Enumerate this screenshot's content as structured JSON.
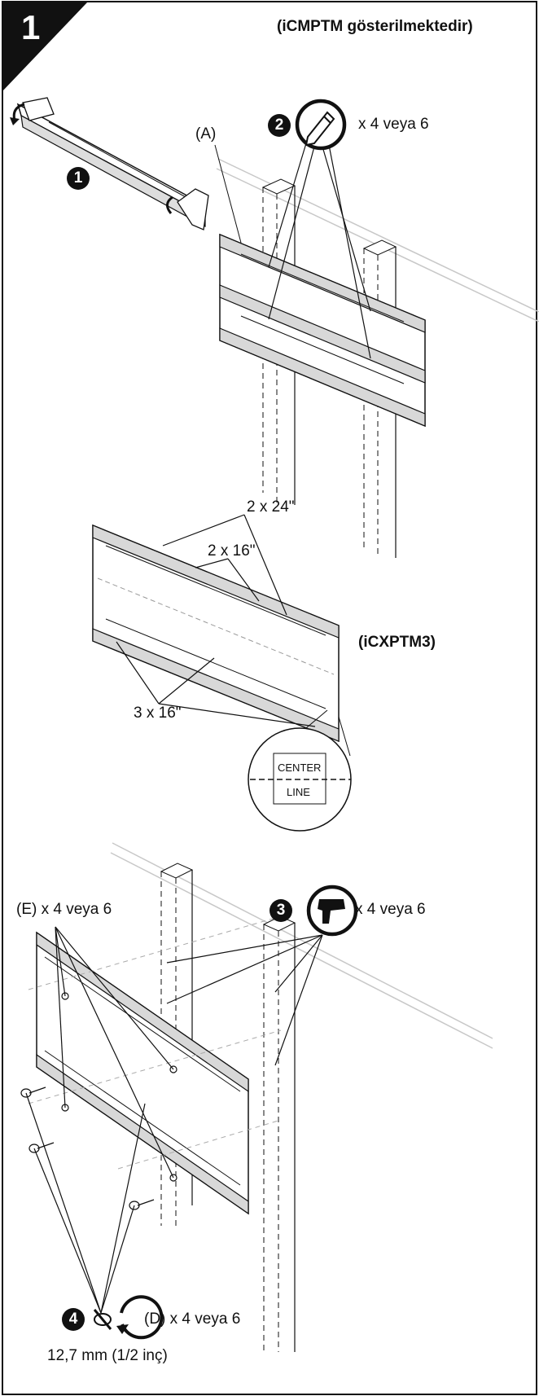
{
  "step_number": "1",
  "shown_model_note": "(iCMPTM gösterilmektedir)",
  "callouts": {
    "one": "1",
    "two": "2",
    "three": "3",
    "four": "4"
  },
  "part_a_label": "(A)",
  "pencil_qty": "x 4 veya 6",
  "pencil_icon": "pencil-icon",
  "drill_qty": "x 4 veya 6",
  "drill_icon": "drill-icon",
  "wrench_icon": "wrench-rotate-icon",
  "spacing_24": "2 x 24\"",
  "spacing_16_top": "2 x 16\"",
  "spacing_16_bottom": "3 x 16\"",
  "model_iCXPTM3": "(iCXPTM3)",
  "centerline_top": "CENTER",
  "centerline_bottom": "LINE",
  "screws_e_label": "(E) x 4 veya 6",
  "anchors_d_label": "(D) x 4 veya 6",
  "socket_size": "12,7 mm (1/2 inç)",
  "colors": {
    "ink": "#111111",
    "paper": "#ffffff",
    "light_line": "#bdbdbd"
  }
}
